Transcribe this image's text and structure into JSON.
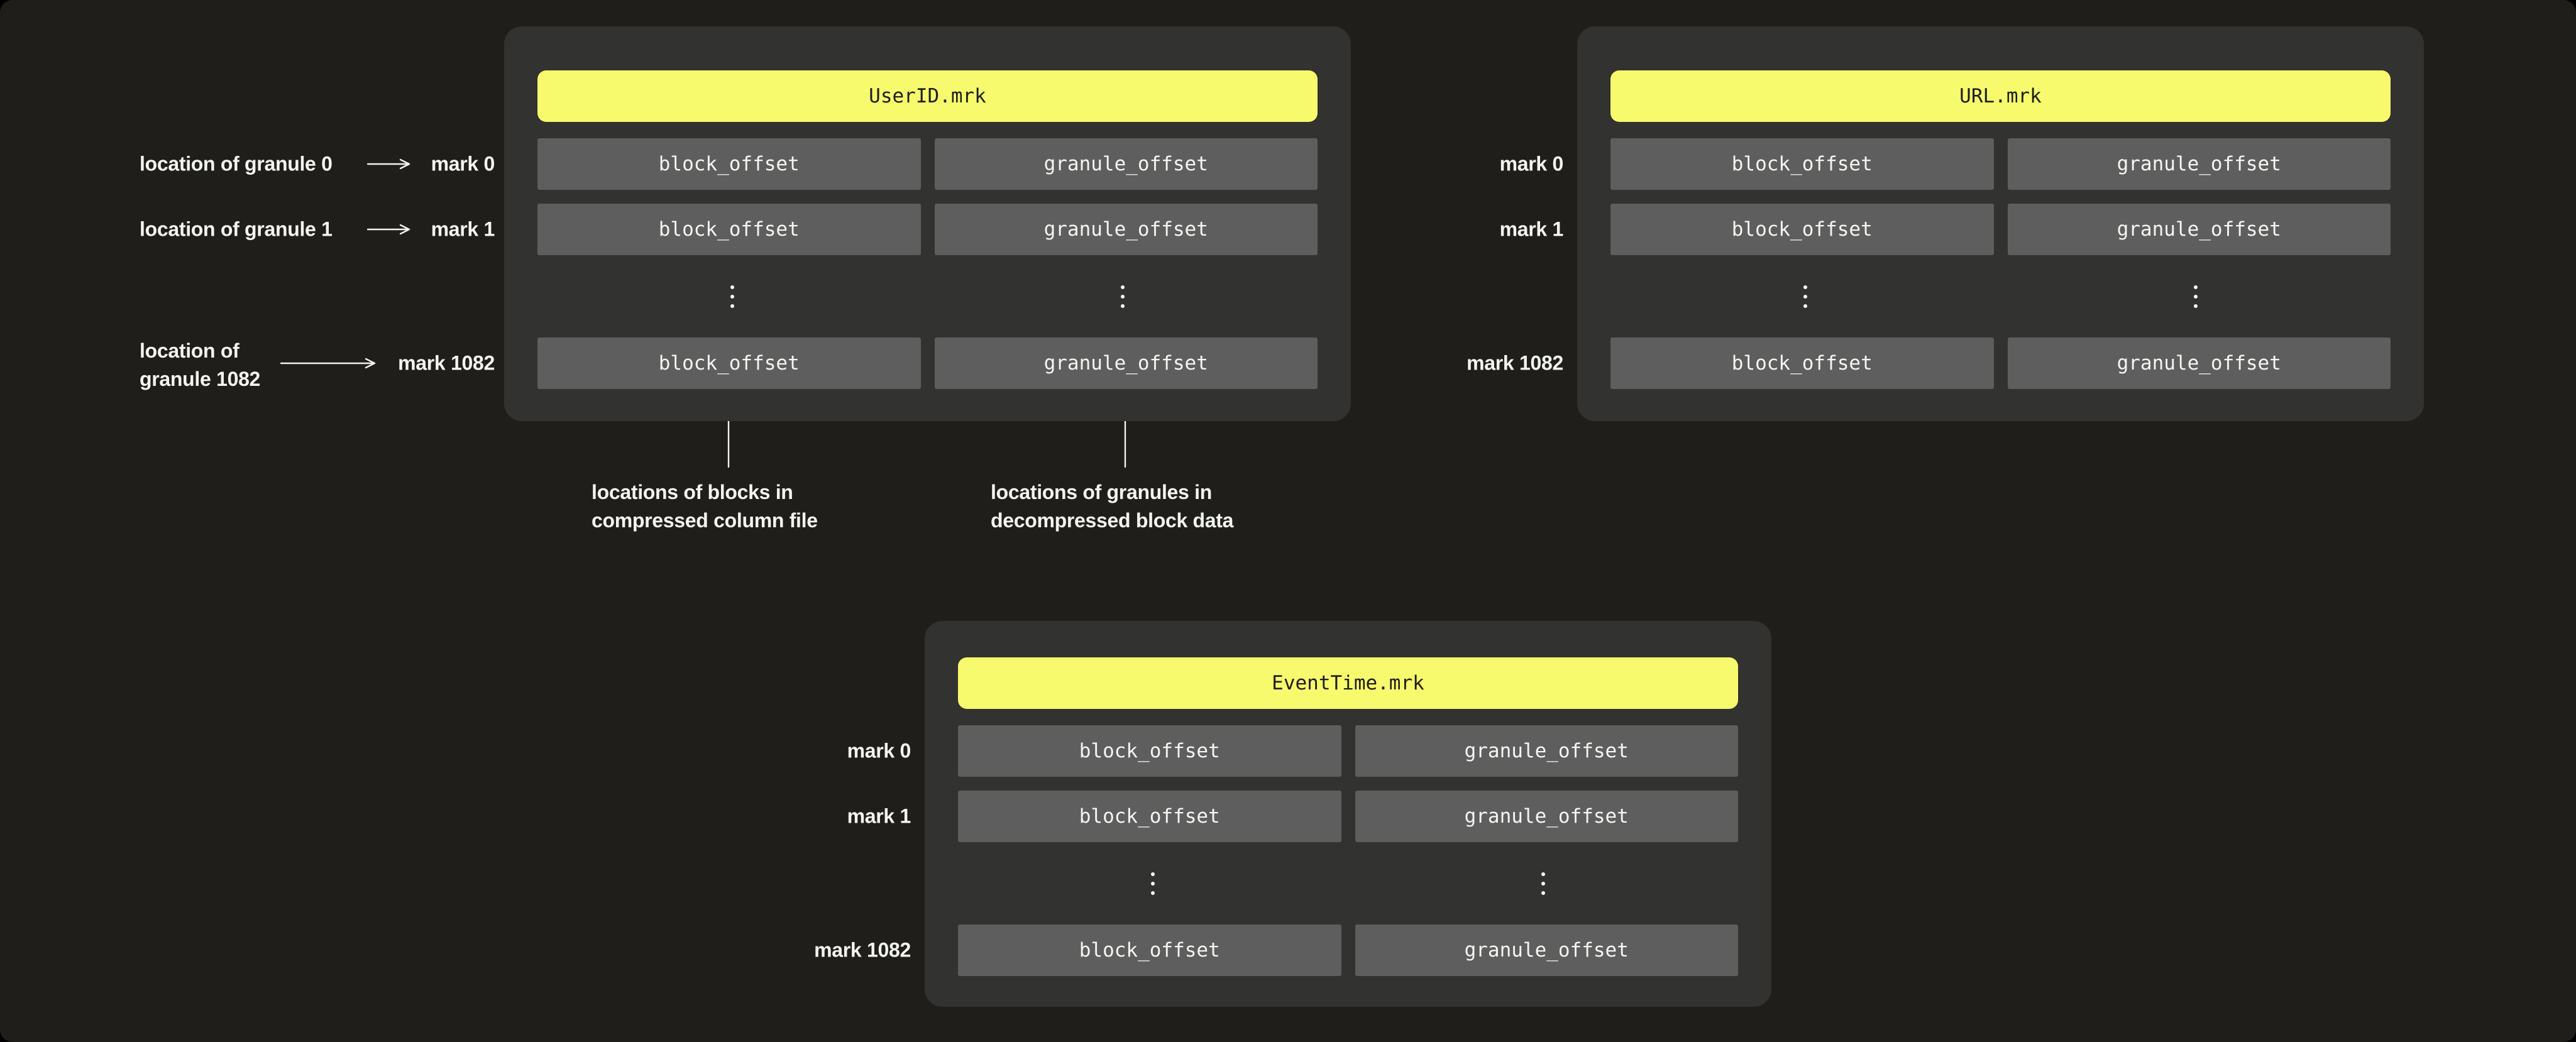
{
  "colors": {
    "page_background": "#1F1E1B",
    "panel_background": "#323230",
    "cell_background": "#5E5E5E",
    "accent_yellow": "#F8FA6E",
    "text_light": "#F4F4F1",
    "header_text_dark": "#1E1E1A"
  },
  "panels": [
    {
      "title": "UserID.mrk",
      "rows": [
        {
          "block": "block_offset",
          "granule": "granule_offset"
        },
        {
          "block": "block_offset",
          "granule": "granule_offset"
        },
        {
          "block": "block_offset",
          "granule": "granule_offset"
        }
      ],
      "marks": [
        "mark 0",
        "mark 1",
        "mark 1082"
      ]
    },
    {
      "title": "URL.mrk",
      "rows": [
        {
          "block": "block_offset",
          "granule": "granule_offset"
        },
        {
          "block": "block_offset",
          "granule": "granule_offset"
        },
        {
          "block": "block_offset",
          "granule": "granule_offset"
        }
      ],
      "marks": [
        "mark 0",
        "mark 1",
        "mark 1082"
      ]
    },
    {
      "title": "EventTime.mrk",
      "rows": [
        {
          "block": "block_offset",
          "granule": "granule_offset"
        },
        {
          "block": "block_offset",
          "granule": "granule_offset"
        },
        {
          "block": "block_offset",
          "granule": "granule_offset"
        }
      ],
      "marks": [
        "mark 0",
        "mark 1",
        "mark 1082"
      ]
    }
  ],
  "left_annotations": {
    "granule0": "location of granule 0",
    "granule1": "location of granule 1",
    "granule1082_line1": "location of",
    "granule1082_line2": "granule 1082"
  },
  "bottom_annotations": {
    "blocks_line1": "locations of blocks in",
    "blocks_line2": "compressed column file",
    "granules_line1": "locations of granules in",
    "granules_line2": "decompressed block data"
  }
}
